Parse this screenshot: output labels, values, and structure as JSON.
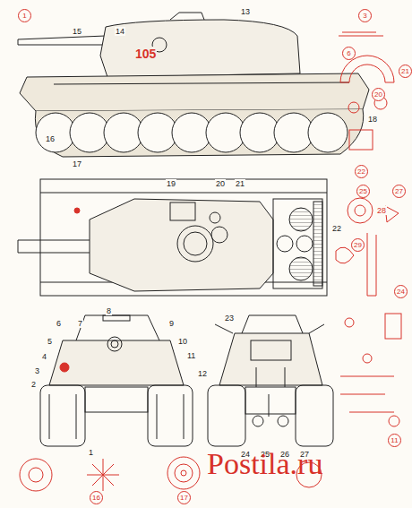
{
  "diagram": {
    "nodes": [
      {
        "text": [
          "1"
        ]
      },
      {
        "text": [
          "3"
        ]
      },
      {
        "text": [
          "6"
        ]
      },
      {
        "text": [
          "21"
        ]
      },
      {
        "text": [
          "20"
        ]
      },
      {
        "text": [
          "22"
        ]
      },
      {
        "text": [
          "25"
        ]
      },
      {
        "text": [
          "27"
        ]
      },
      {
        "text": [
          "29"
        ]
      },
      {
        "text": [
          "24"
        ]
      },
      {
        "text": [
          "16"
        ]
      },
      {
        "text": [
          "17"
        ]
      },
      {
        "text": [
          "11"
        ]
      }
    ],
    "labels": [
      "13",
      "14",
      "15",
      "105",
      "16",
      "17",
      "18",
      "19",
      "20",
      "21",
      "22",
      "28",
      "6",
      "7",
      "8",
      "9",
      "5",
      "10",
      "4",
      "11",
      "3",
      "2",
      "12",
      "1",
      "23",
      "24",
      "25",
      "26",
      "27",
      "Postila.ru"
    ]
  }
}
